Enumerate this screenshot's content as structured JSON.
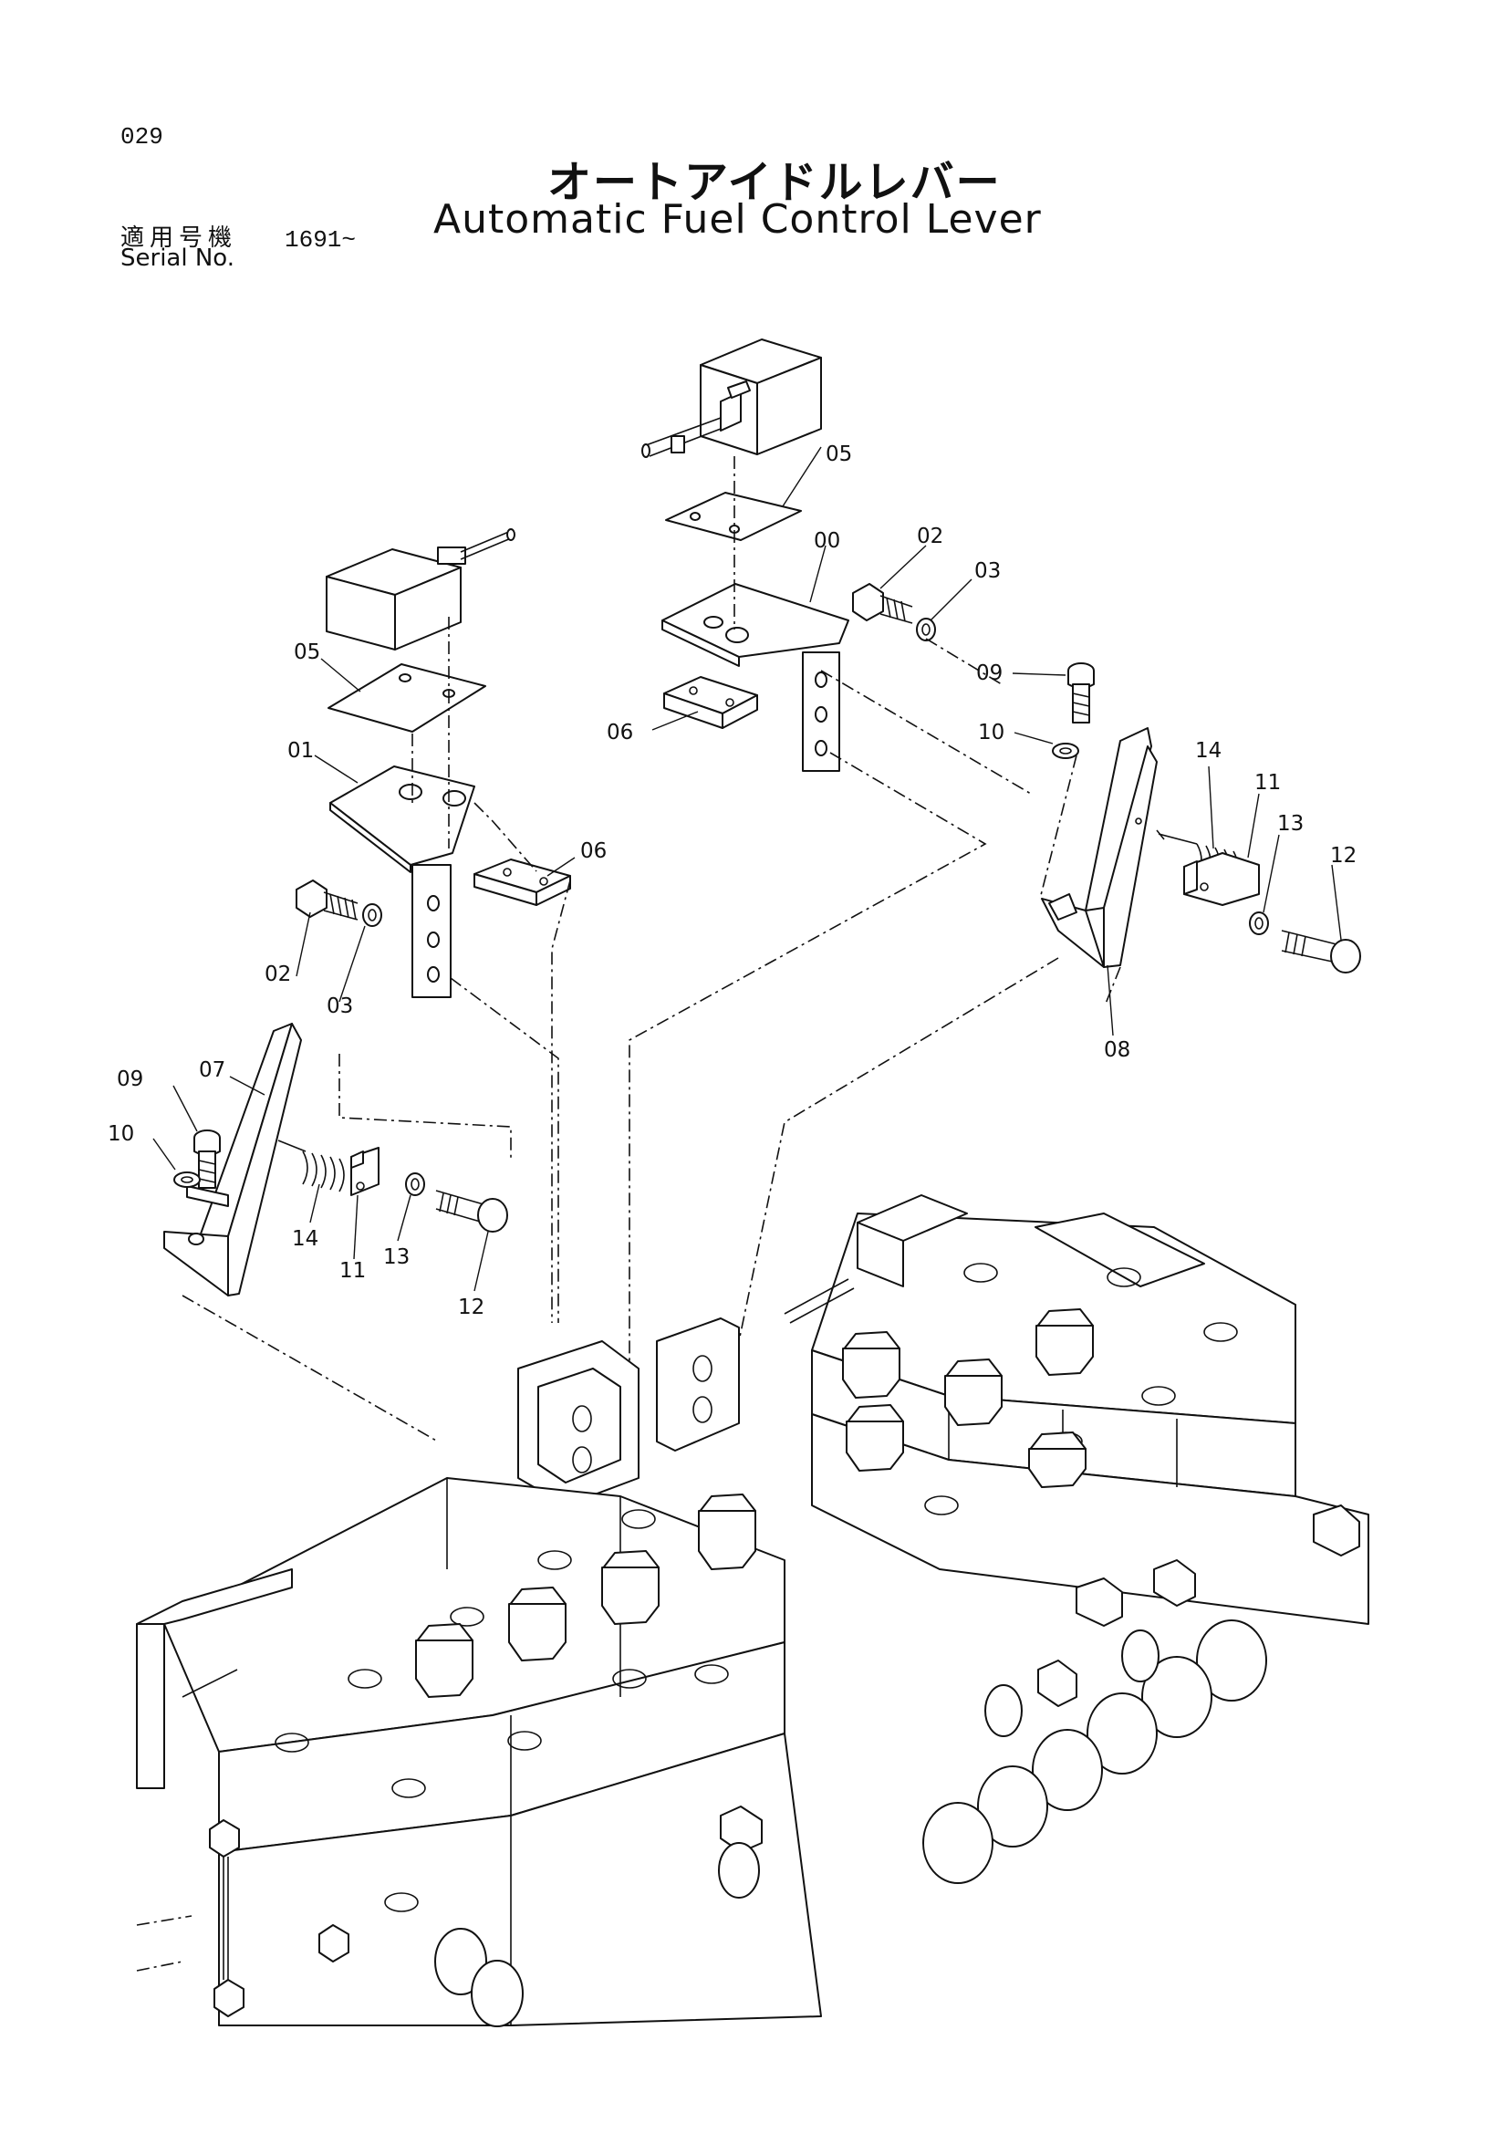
{
  "page_number": "029",
  "title_jp": "オートアイドルレバー",
  "title_en": "Automatic Fuel Control Lever",
  "serial_label_jp": "適用号機",
  "serial_label_en": "Serial No.",
  "serial_value": "1691~",
  "callouts": {
    "c00": "00",
    "c01": "01",
    "c02a": "02",
    "c02b": "02",
    "c03a": "03",
    "c03b": "03",
    "c05a": "05",
    "c05b": "05",
    "c06a": "06",
    "c06b": "06",
    "c07": "07",
    "c08": "08",
    "c09a": "09",
    "c09b": "09",
    "c10a": "10",
    "c10b": "10",
    "c11a": "11",
    "c11b": "11",
    "c12a": "12",
    "c12b": "12",
    "c13a": "13",
    "c13b": "13",
    "c14a": "14",
    "c14b": "14"
  }
}
